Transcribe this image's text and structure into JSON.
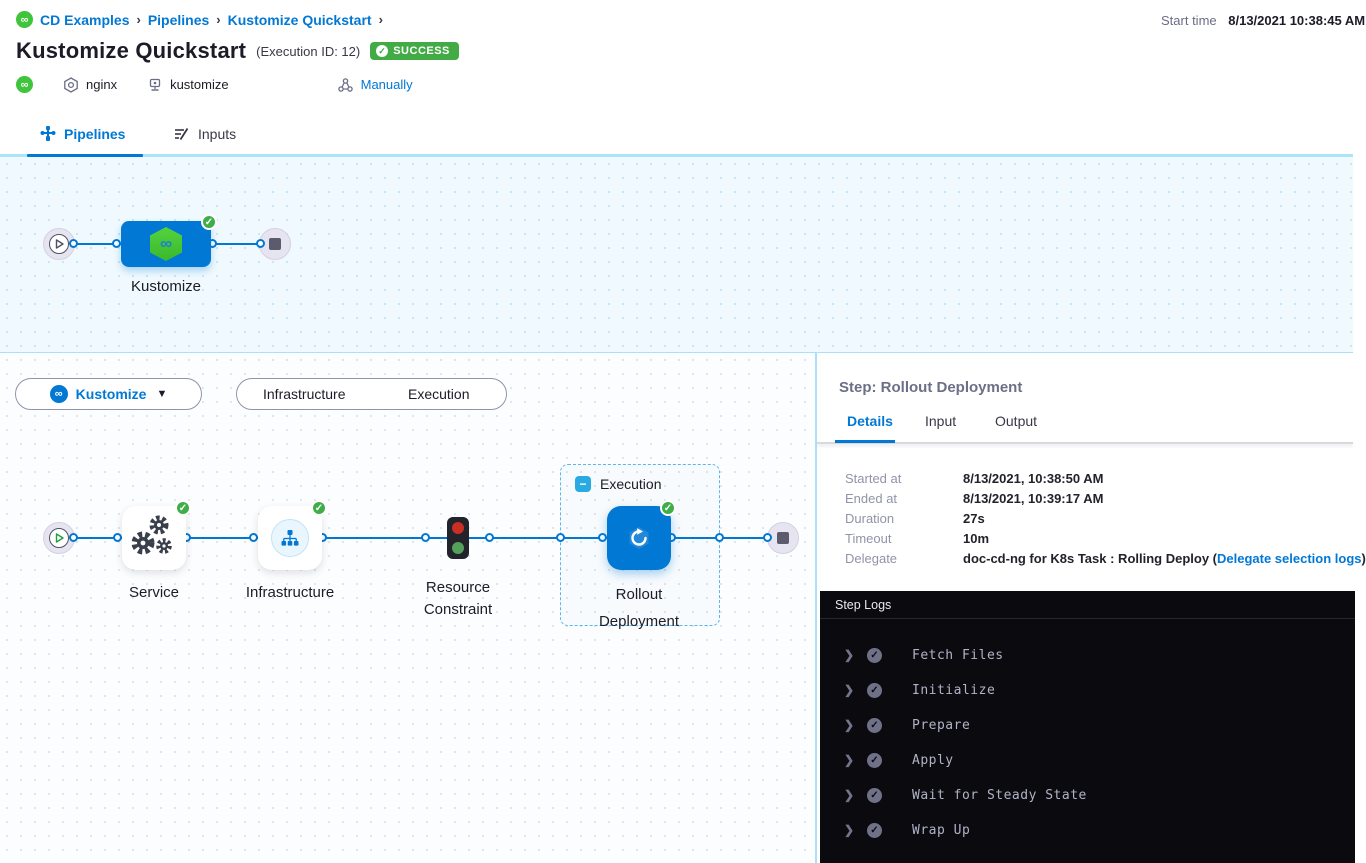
{
  "colors": {
    "accent": "#0278d5",
    "success": "#42ab45",
    "canvas_blue": "#f0fafe",
    "log_bg": "#0b0b0f"
  },
  "breadcrumb": {
    "items": [
      {
        "label": "CD Examples"
      },
      {
        "label": "Pipelines"
      },
      {
        "label": "Kustomize Quickstart"
      }
    ],
    "separator": ">"
  },
  "header": {
    "title": "Kustomize Quickstart",
    "execution_id": "(Execution ID: 12)",
    "status_badge": "SUCCESS",
    "start_time_label": "Start time",
    "start_time_value": "8/13/2021 10:38:45 AM",
    "service_tag": "nginx",
    "environment_tag": "kustomize",
    "trigger_tag": "Manually"
  },
  "tabs": {
    "pipelines": "Pipelines",
    "inputs": "Inputs"
  },
  "stage_graph": {
    "stage_label": "Kustomize"
  },
  "execution_graph": {
    "stage_selector_label": "Kustomize",
    "toggle": {
      "infrastructure": "Infrastructure",
      "execution": "Execution"
    },
    "service_label": "Service",
    "infrastructure_label": "Infrastructure",
    "resource_constraint_label": "Resource Constraint",
    "execution_group_label": "Execution",
    "rollout_label": "Rollout Deployment"
  },
  "details_panel": {
    "title": "Step: Rollout Deployment",
    "tabs": [
      {
        "label": "Details"
      },
      {
        "label": "Input"
      },
      {
        "label": "Output"
      }
    ],
    "rows": [
      {
        "label": "Started at",
        "value": "8/13/2021, 10:38:50 AM"
      },
      {
        "label": "Ended at",
        "value": "8/13/2021, 10:39:17 AM"
      },
      {
        "label": "Duration",
        "value": "27s"
      },
      {
        "label": "Timeout",
        "value": "10m"
      },
      {
        "label": "Delegate",
        "value": "doc-cd-ng for K8s Task : Rolling Deploy (",
        "link": "Delegate selection logs",
        "suffix": ")"
      }
    ],
    "logs": {
      "header": "Step Logs",
      "sections": [
        {
          "name": "Fetch Files"
        },
        {
          "name": "Initialize"
        },
        {
          "name": "Prepare"
        },
        {
          "name": "Apply"
        },
        {
          "name": "Wait for Steady State"
        },
        {
          "name": "Wrap Up"
        }
      ]
    }
  }
}
